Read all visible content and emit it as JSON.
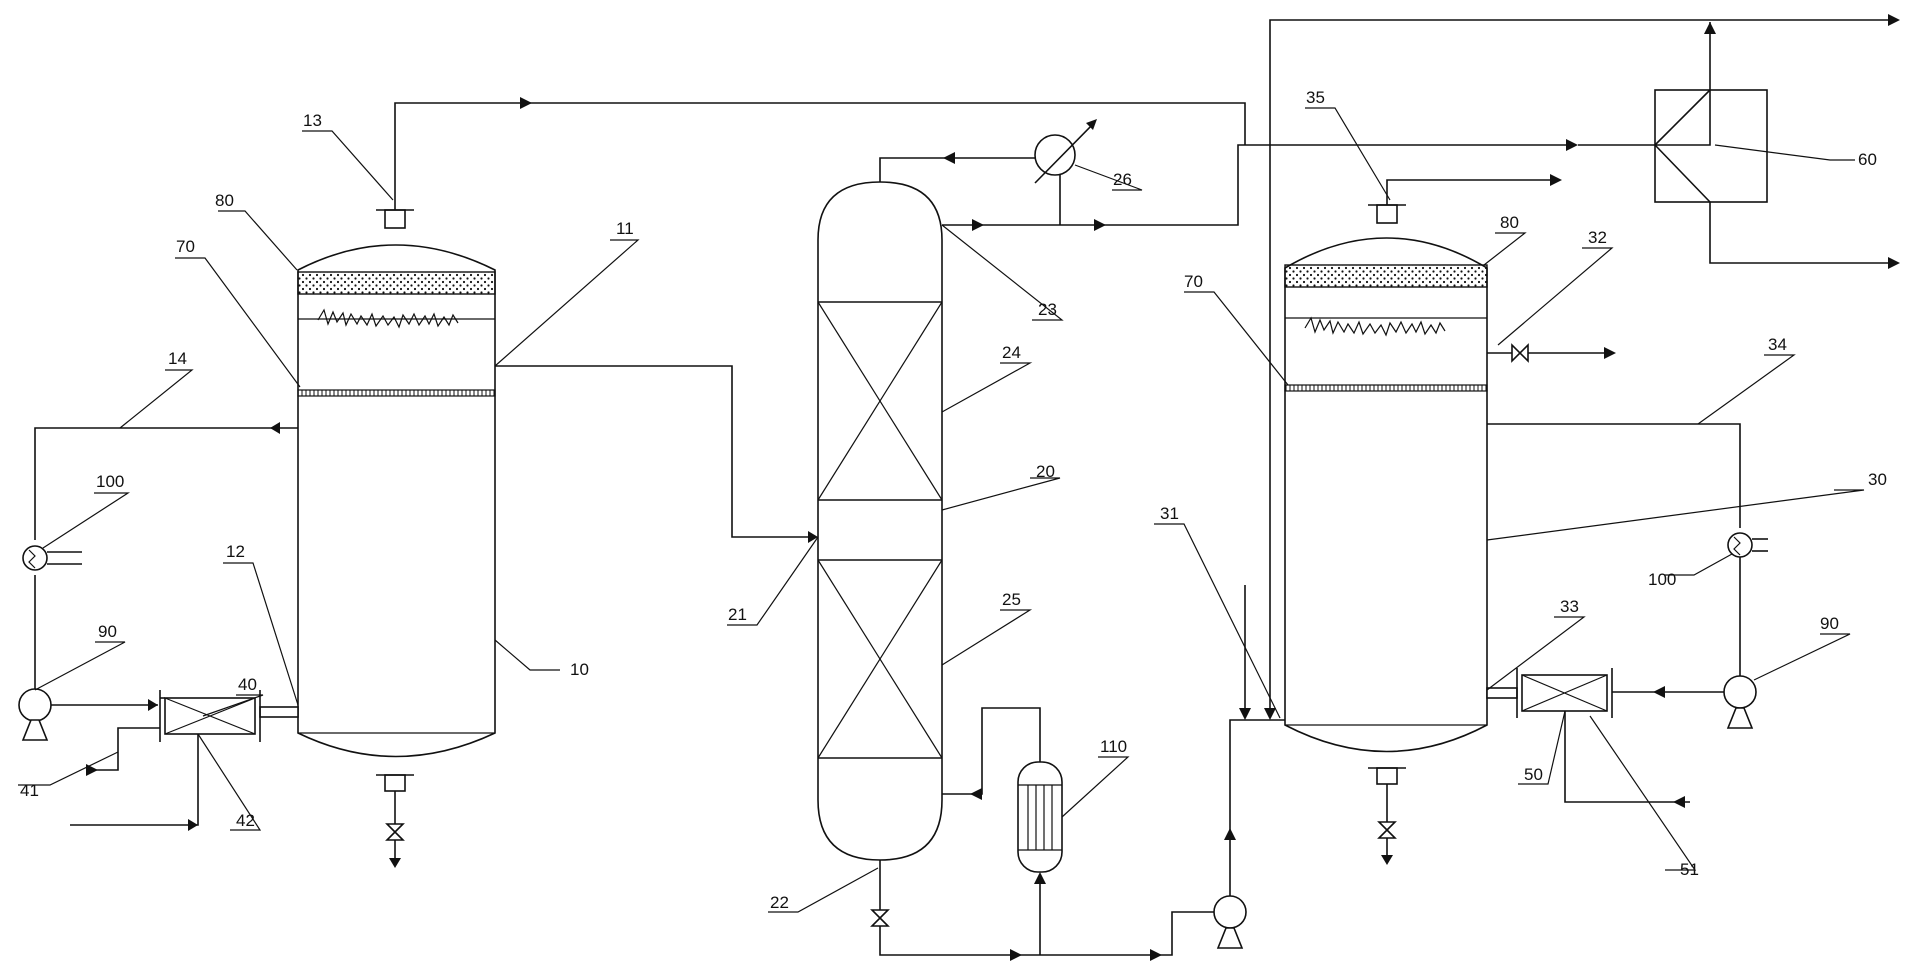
{
  "labels": {
    "l10": "10",
    "l11": "11",
    "l12": "12",
    "l13": "13",
    "l14": "14",
    "l20": "20",
    "l21": "21",
    "l22": "22",
    "l23": "23",
    "l24": "24",
    "l25": "25",
    "l26": "26",
    "l30": "30",
    "l31": "31",
    "l32": "32",
    "l33": "33",
    "l34": "34",
    "l35": "35",
    "l40": "40",
    "l41": "41",
    "l42": "42",
    "l50": "50",
    "l51": "51",
    "l60": "60",
    "l70a": "70",
    "l70b": "70",
    "l80a": "80",
    "l80b": "80",
    "l90a": "90",
    "l90b": "90",
    "l100a": "100",
    "l100b": "100",
    "l110": "110"
  },
  "colors": {
    "line": "#111111",
    "background": "#ffffff"
  }
}
